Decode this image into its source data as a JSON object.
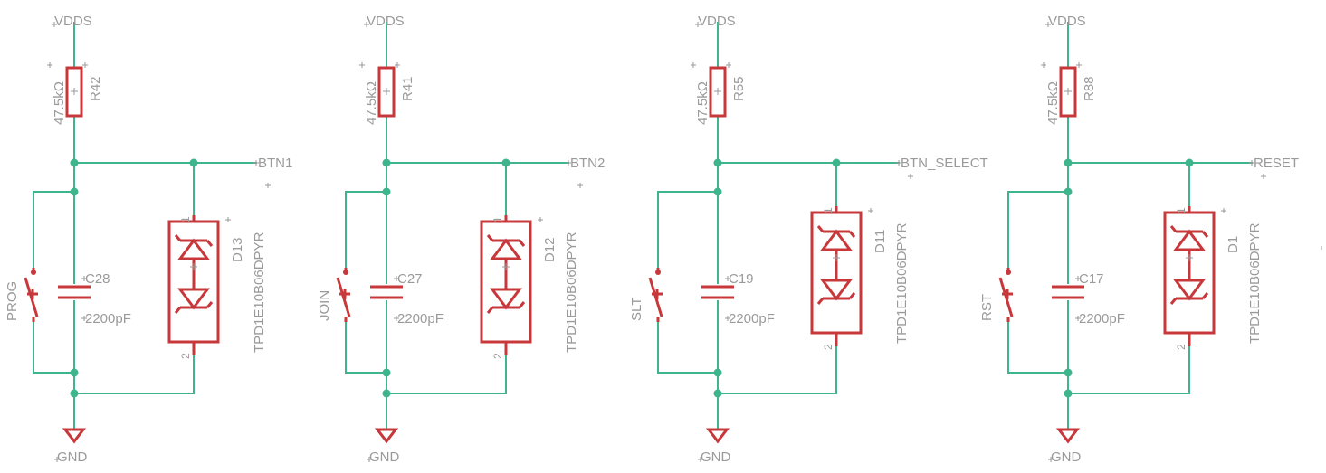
{
  "schematic": {
    "colors": {
      "wire": "#3fb58e",
      "part": "#c8373a",
      "label": "#9a9a9a",
      "background": "#ffffff"
    },
    "channels": [
      {
        "supply": "VDDS",
        "resistor_ref": "R42",
        "resistor_value": "47.5kΩ",
        "button_ref": "PROG",
        "cap_ref": "C28",
        "cap_value": "2200pF",
        "diode_ref": "D13",
        "diode_part": "TPD1E10B06DPYR",
        "pin1": "1",
        "pin2": "2",
        "net": "BTN1",
        "ground": "GND"
      },
      {
        "supply": "VDDS",
        "resistor_ref": "R41",
        "resistor_value": "47.5kΩ",
        "button_ref": "JOIN",
        "cap_ref": "C27",
        "cap_value": "2200pF",
        "diode_ref": "D12",
        "diode_part": "TPD1E10B06DPYR",
        "pin1": "1",
        "pin2": "2",
        "net": "BTN2",
        "ground": "GND"
      },
      {
        "supply": "VDDS",
        "resistor_ref": "R55",
        "resistor_value": "47.5kΩ",
        "button_ref": "SLT",
        "cap_ref": "C19",
        "cap_value": "2200pF",
        "diode_ref": "D11",
        "diode_part": "TPD1E10B06DPYR",
        "pin1": "1",
        "pin2": "2",
        "net": "BTN_SELECT",
        "ground": "GND"
      },
      {
        "supply": "VDDS",
        "resistor_ref": "R88",
        "resistor_value": "47.5kΩ",
        "button_ref": "RST",
        "cap_ref": "C17",
        "cap_value": "2200pF",
        "diode_ref": "D1",
        "diode_part": "TPD1E10B06DPYR",
        "pin1": "1",
        "pin2": "2",
        "net": "RESET",
        "ground": "GND"
      }
    ]
  }
}
